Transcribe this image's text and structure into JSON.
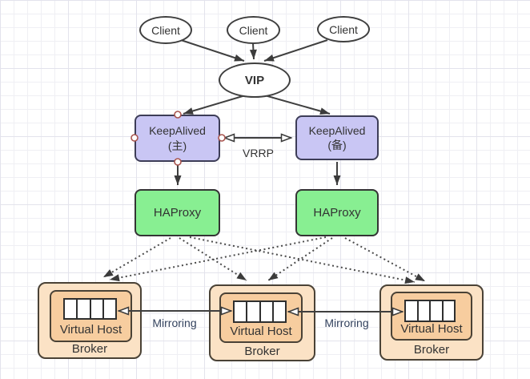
{
  "nodes": {
    "clients": [
      {
        "label": "Client"
      },
      {
        "label": "Client"
      },
      {
        "label": "Client"
      }
    ],
    "vip": {
      "label": "VIP"
    },
    "keepalived_master": {
      "title": "KeepAlived",
      "subtitle": "(主)"
    },
    "keepalived_backup": {
      "title": "KeepAlived",
      "subtitle": "(备)"
    },
    "haproxy_left": {
      "label": "HAProxy"
    },
    "haproxy_right": {
      "label": "HAProxy"
    },
    "brokers": [
      {
        "virtual_host": "Virtual Host",
        "label": "Broker"
      },
      {
        "virtual_host": "Virtual Host",
        "label": "Broker"
      },
      {
        "virtual_host": "Virtual Host",
        "label": "Broker"
      }
    ]
  },
  "edges": {
    "vrrp_label": "VRRP",
    "mirroring_left_label": "Mirroring",
    "mirroring_right_label": "Mirroring"
  },
  "colors": {
    "keepalived_fill": "#c9c6f4",
    "haproxy_fill": "#88ef92",
    "broker_outer_fill": "#fbe2c5",
    "broker_inner_fill": "#f7cd9f",
    "node_stroke": "#3f3f3f",
    "mirroring_text": "#33425e",
    "connection_point_stroke": "#a8544e"
  }
}
